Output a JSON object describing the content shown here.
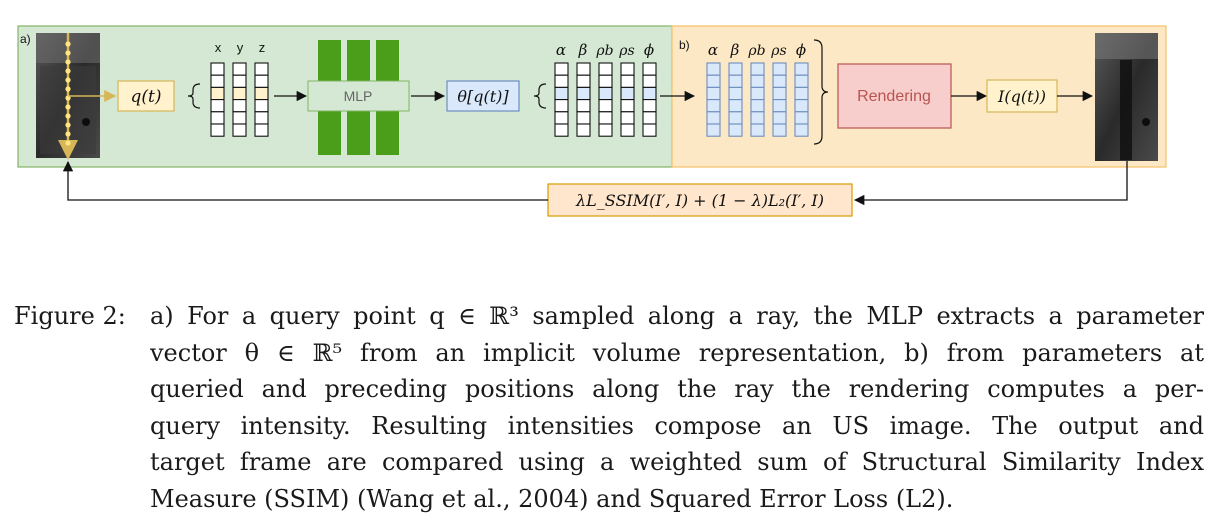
{
  "figure": {
    "panel_a_label": "a)",
    "panel_b_label": "b)",
    "coord_labels": [
      "x",
      "y",
      "z"
    ],
    "query_label": "q(t)",
    "mlp_label": "MLP",
    "theta_label": "θ[q(t)]",
    "param_labels_a": [
      "α",
      "β",
      "ρb",
      "ρs",
      "ϕ"
    ],
    "param_labels_b": [
      "α",
      "β",
      "ρb",
      "ρs",
      "ϕ"
    ],
    "rendering_label": "Rendering",
    "intensity_label": "I(q(t))",
    "loss_label": "λL_SSIM(I′, I) + (1 − λ)L₂(I′, I)",
    "colors": {
      "panel_a_bg": "#d5e8d4",
      "panel_a_border": "#82b366",
      "panel_b_bg": "#fce8c4",
      "panel_b_border": "#f5c26b",
      "query_box": "#fff2cc",
      "query_border": "#d6b656",
      "mlp_green": "#4a9e1a",
      "theta_box": "#dae8fc",
      "theta_border": "#6c8ebf",
      "render_box": "#f8cecc",
      "render_border": "#b85450",
      "render_text": "#b85450",
      "loss_box": "#ffe6cc",
      "loss_border": "#d79b00"
    }
  },
  "caption": {
    "label": "Figure 2:",
    "lines": [
      "a) For a query point q ∈ ℝ³ sampled along a ray, the MLP extracts a parameter",
      "vector θ ∈ ℝ⁵ from an implicit volume representation, b) from parameters at",
      "queried and preceding positions along the ray the rendering computes a per-",
      "query intensity.  Resulting intensities compose an US image.  The output and",
      "target frame are compared using a weighted sum of Structural Similarity Index",
      "Measure (SSIM) (Wang et al., 2004) and Squared Error Loss (L2)."
    ]
  }
}
